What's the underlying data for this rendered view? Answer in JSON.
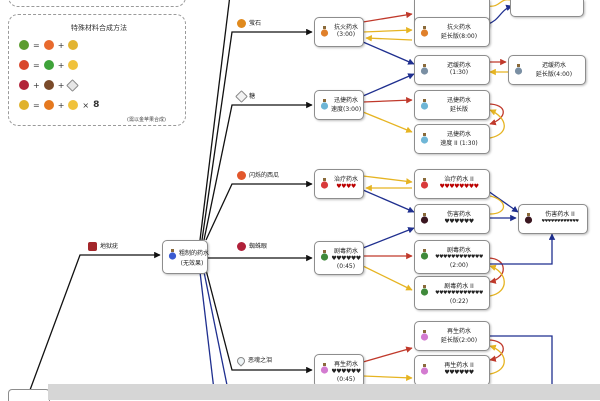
{
  "legend": {
    "title": "特殊材料合成方法",
    "note": "(需以金苹果合成)",
    "rows": [
      {
        "items": [
          "apple",
          "=",
          "melon",
          "+",
          "gold-nugget"
        ],
        "colors": [
          "#5b9c2e",
          "#888",
          "#e86a2e",
          "#888",
          "#e2b431"
        ]
      },
      {
        "items": [
          "melon",
          "=",
          "melon",
          "+",
          "gold"
        ],
        "colors": [
          "#d9472b",
          "#888",
          "#3fa33a",
          "#888",
          "#f0c23c"
        ]
      },
      {
        "items": [
          "spider-eye",
          "+",
          "mushroom",
          "+",
          "sugar"
        ],
        "colors": [
          "#b2243a",
          "#888",
          "#7a4a2a",
          "#888",
          "#e6e6e6"
        ]
      },
      {
        "items": [
          "carrot",
          "=",
          "carrot",
          "+",
          "gold",
          "×",
          "8"
        ],
        "colors": [
          "#e0b22c",
          "#888",
          "#e5791f",
          "#888",
          "#f0c23c"
        ]
      }
    ]
  },
  "ingredients": {
    "wart": "地狱疣",
    "glowstone": "萤石",
    "sugar": "糖",
    "melon": "闪烁的西瓜",
    "spider_eye": "蜘蛛眼",
    "ghast_tear": "恶魂之泪"
  },
  "nodes": {
    "awkward": {
      "l1": "粗制的药水",
      "l2": "(无效果)"
    },
    "fire_res": {
      "l1": "抗火药水",
      "l2": "(3:00)"
    },
    "fire_res_ext": {
      "l1": "抗火药水",
      "l2": "延长版(8:00)"
    },
    "slowness": {
      "l1": "迟缓药水",
      "l2": "(1:30)"
    },
    "slowness_ext": {
      "l1": "迟缓药水",
      "l2": "延长版(4:00)"
    },
    "swift": {
      "l1": "迅捷药水",
      "l2": "速度(3:00)"
    },
    "swift_ext": {
      "l1": "迅捷药水",
      "l2": "延长版"
    },
    "swift_2": {
      "l1": "迅捷药水",
      "l2": "速度 II (1:30)"
    },
    "healing": {
      "l1": "治疗药水",
      "l2": "♥♥♥♥"
    },
    "healing_2": {
      "l1": "治疗药水 II",
      "l2": "♥♥♥♥♥♥♥♥"
    },
    "harming": {
      "l1": "伤害药水",
      "l2": "♥♥♥♥♥♥"
    },
    "harming_2": {
      "l1": "伤害药水 II",
      "l2": "♥♥♥♥♥♥♥♥♥♥♥♥"
    },
    "poison": {
      "l1": "剧毒药水",
      "l2": "♥♥♥♥♥♥",
      "l3": "(0:45)"
    },
    "poison_ext": {
      "l1": "剧毒药水",
      "l2": "♥♥♥♥♥♥♥♥♥♥♥♥",
      "l3": "(2:00)"
    },
    "poison_2": {
      "l1": "剧毒药水 II",
      "l2": "♥♥♥♥♥♥♥♥♥♥♥♥",
      "l3": "(0:22)"
    },
    "regen": {
      "l1": "再生药水",
      "l2": "♥♥♥♥♥♥",
      "l3": "(0:45)"
    },
    "regen_ext": {
      "l1": "再生药水",
      "l2": "延长版(2:00)"
    },
    "regen_2": {
      "l1": "再生药水 II",
      "l2": "♥♥♥♥♥♥"
    }
  },
  "colors": {
    "black_arrow": "#111111",
    "navy_arrow": "#1f2f8f",
    "red_arrow": "#c0392b",
    "yellow_arrow": "#e6b422",
    "node_border": "#8d8d8d"
  }
}
